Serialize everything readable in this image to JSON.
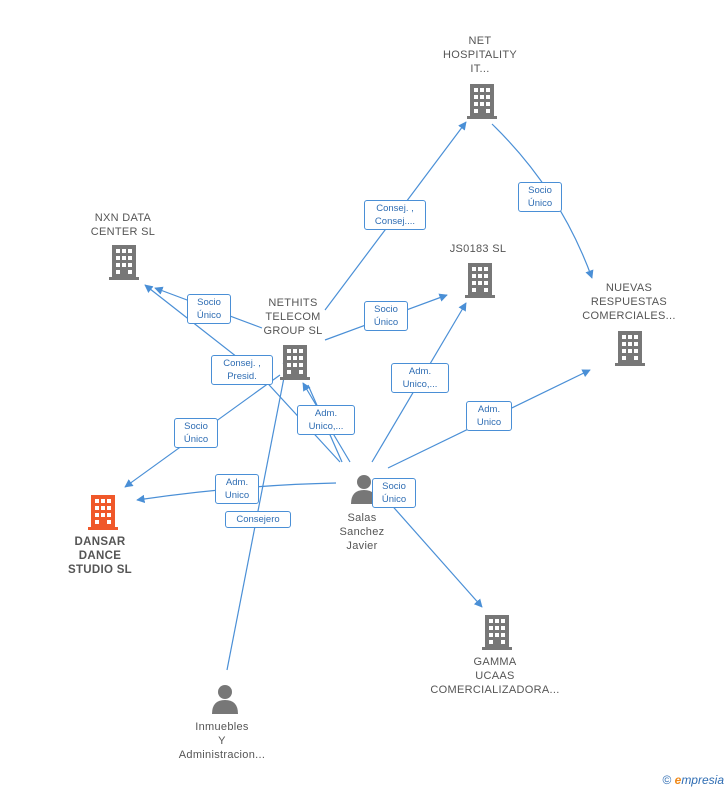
{
  "nodes": {
    "net_hospitality": {
      "label": "NET\nHOSPITALITY\nIT..."
    },
    "nxn": {
      "label": "NXN DATA\nCENTER  SL"
    },
    "js0183": {
      "label": "JS0183  SL"
    },
    "nuevas": {
      "label": "NUEVAS\nRESPUESTAS\nCOMERCIALES..."
    },
    "nethits": {
      "label": "NETHITS\nTELECOM\nGROUP  SL"
    },
    "dansar": {
      "label": "DANSAR\nDANCE\nSTUDIO  SL"
    },
    "salas": {
      "label": "Salas\nSanchez\nJavier"
    },
    "gamma": {
      "label": "GAMMA\nUCAAS\nCOMERCIALIZADORA..."
    },
    "inmuebles": {
      "label": "Inmuebles\nY\nAdministracion..."
    }
  },
  "edge_labels": {
    "consej_consej": "Consej. ,\nConsej....",
    "socio_unico_nuevas": "Socio\nÚnico",
    "socio_unico_nxn": "Socio\nÚnico",
    "socio_unico_js": "Socio\nÚnico",
    "consej_presid": "Consej. ,\nPresid.",
    "adm_unico_js": "Adm.\nUnico,...",
    "adm_unico_nethits": "Adm.\nUnico,...",
    "adm_unico_nuevas": "Adm.\nUnico",
    "socio_unico_dansar": "Socio\nÚnico",
    "adm_unico_dansar": "Adm.\nUnico",
    "socio_unico_gamma": "Socio\nÚnico",
    "consejero": "Consejero"
  },
  "colors": {
    "edge": "#4a8fd6",
    "building": "#777777",
    "building_highlight": "#f0582a",
    "person": "#777777"
  },
  "icons": {
    "company": "building-icon",
    "person": "person-icon"
  },
  "brand": {
    "copyright": "©",
    "e": "e",
    "rest": "mpresia"
  }
}
